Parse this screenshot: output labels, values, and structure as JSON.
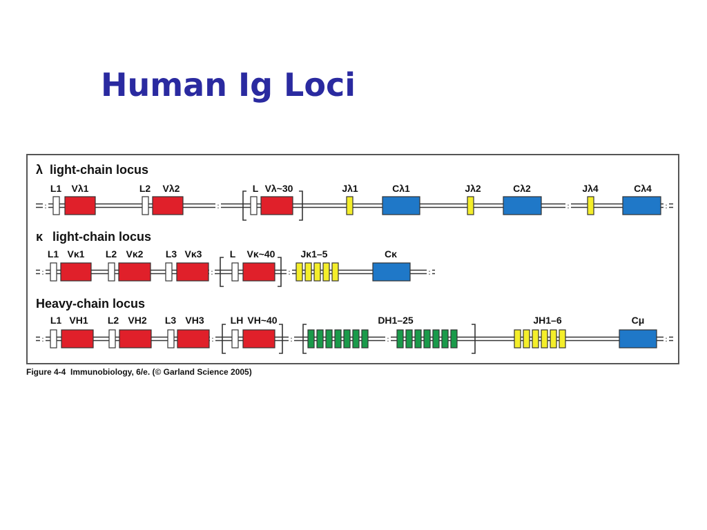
{
  "slide": {
    "title": "Human Ig Loci"
  },
  "figure": {
    "caption_figure": "Figure 4-4",
    "caption_text": "Immunobiology, 6/e. (© Garland Science 2005)"
  },
  "colors": {
    "v_segment": "#e0202a",
    "j_segment": "#f4ee2a",
    "c_segment": "#1f78c8",
    "d_segment": "#1a9a4a",
    "leader": "#ffffff",
    "dna": "#333333"
  },
  "loci": [
    {
      "title": "light-chain locus",
      "symbol": "λ",
      "segments": [
        {
          "kind": "L",
          "label": "L1"
        },
        {
          "kind": "V",
          "label": "Vλ1"
        },
        {
          "kind": "L",
          "label": "L2"
        },
        {
          "kind": "V",
          "label": "Vλ2"
        },
        {
          "kind": "L",
          "label": "L"
        },
        {
          "kind": "V",
          "label": "Vλ~30"
        },
        {
          "kind": "J",
          "label": "Jλ1"
        },
        {
          "kind": "C",
          "label": "Cλ1"
        },
        {
          "kind": "J",
          "label": "Jλ2"
        },
        {
          "kind": "C",
          "label": "Cλ2"
        },
        {
          "kind": "J",
          "label": "Jλ4"
        },
        {
          "kind": "C",
          "label": "Cλ4"
        }
      ]
    },
    {
      "title": "light-chain locus",
      "symbol": "κ",
      "segments": [
        {
          "kind": "L",
          "label": "L1"
        },
        {
          "kind": "V",
          "label": "Vκ1"
        },
        {
          "kind": "L",
          "label": "L2"
        },
        {
          "kind": "V",
          "label": "Vκ2"
        },
        {
          "kind": "L",
          "label": "L3"
        },
        {
          "kind": "V",
          "label": "Vκ3"
        },
        {
          "kind": "L",
          "label": "L"
        },
        {
          "kind": "V",
          "label": "Vκ~40"
        },
        {
          "kind": "J",
          "label": "Jκ1–5",
          "count": 5
        },
        {
          "kind": "C",
          "label": "Cκ"
        }
      ]
    },
    {
      "title": "Heavy-chain locus",
      "symbol": "",
      "segments": [
        {
          "kind": "L",
          "label": "L1"
        },
        {
          "kind": "V",
          "label": "VH1"
        },
        {
          "kind": "L",
          "label": "L2"
        },
        {
          "kind": "V",
          "label": "VH2"
        },
        {
          "kind": "L",
          "label": "L3"
        },
        {
          "kind": "V",
          "label": "VH3"
        },
        {
          "kind": "L",
          "label": "LH"
        },
        {
          "kind": "V",
          "label": "VH~40"
        },
        {
          "kind": "D",
          "label": "DH1–25",
          "count": 14
        },
        {
          "kind": "J",
          "label": "JH1–6",
          "count": 6
        },
        {
          "kind": "C",
          "label": "Cμ"
        }
      ]
    }
  ]
}
